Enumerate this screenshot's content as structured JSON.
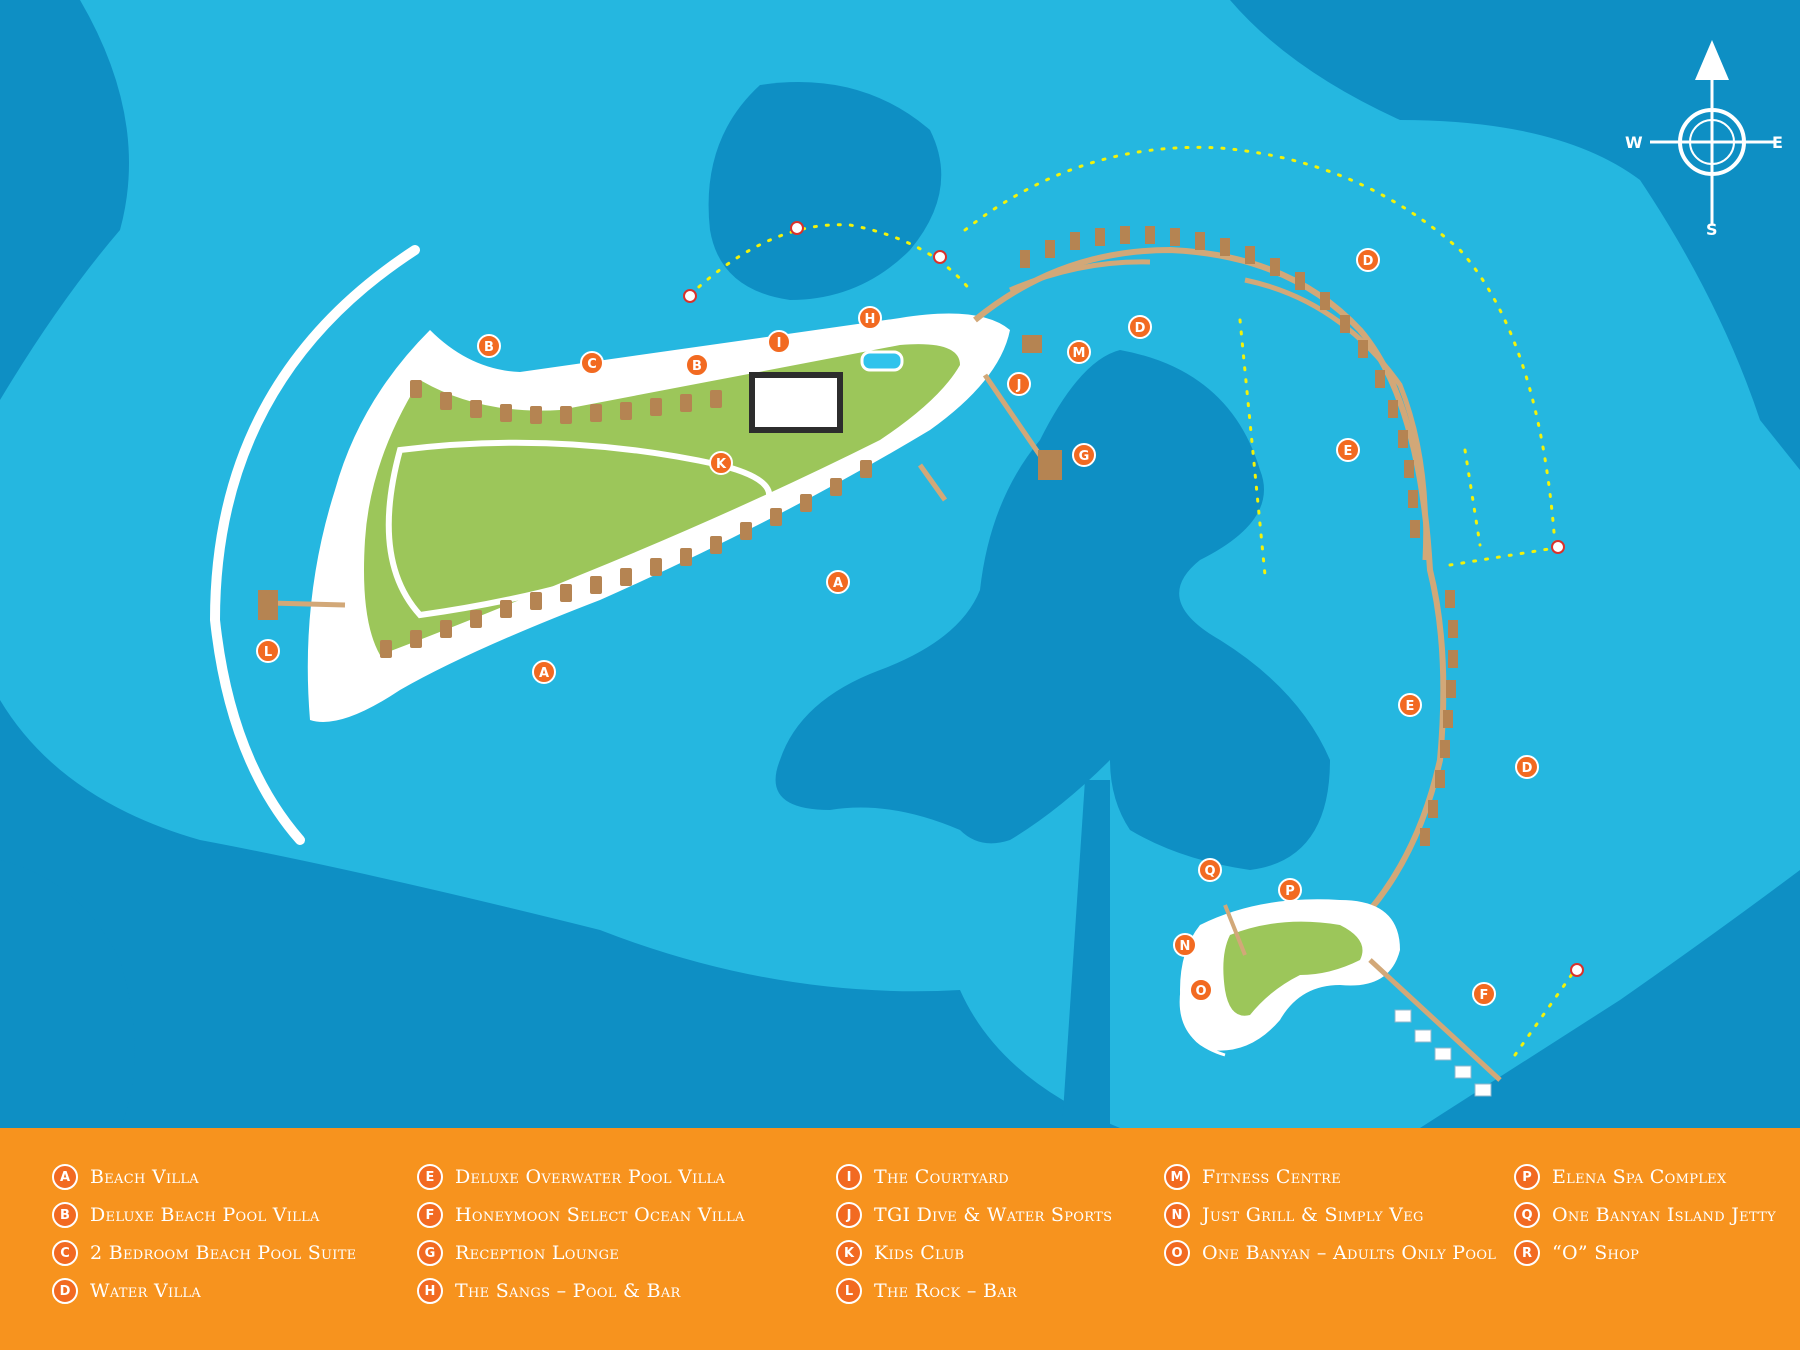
{
  "compass": {
    "north_icon": "arrow-north-icon",
    "west": "W",
    "east": "E",
    "south": "S"
  },
  "map_markers": [
    {
      "letter": "A"
    },
    {
      "letter": "A"
    },
    {
      "letter": "B"
    },
    {
      "letter": "B"
    },
    {
      "letter": "C"
    },
    {
      "letter": "D"
    },
    {
      "letter": "D"
    },
    {
      "letter": "D"
    },
    {
      "letter": "E"
    },
    {
      "letter": "E"
    },
    {
      "letter": "F"
    },
    {
      "letter": "G"
    },
    {
      "letter": "H"
    },
    {
      "letter": "I"
    },
    {
      "letter": "J"
    },
    {
      "letter": "K"
    },
    {
      "letter": "L"
    },
    {
      "letter": "M"
    },
    {
      "letter": "N"
    },
    {
      "letter": "O"
    },
    {
      "letter": "P"
    },
    {
      "letter": "Q"
    }
  ],
  "legend": {
    "columns": [
      [
        {
          "letter": "A",
          "label": "Beach Villa"
        },
        {
          "letter": "B",
          "label": "Deluxe Beach Pool Villa"
        },
        {
          "letter": "C",
          "label": "2 Bedroom Beach Pool Suite"
        },
        {
          "letter": "D",
          "label": "Water Villa"
        }
      ],
      [
        {
          "letter": "E",
          "label": "Deluxe Overwater Pool Villa"
        },
        {
          "letter": "F",
          "label": "Honeymoon Select Ocean Villa"
        },
        {
          "letter": "G",
          "label": "Reception Lounge"
        },
        {
          "letter": "H",
          "label": "The Sangs – Pool & Bar"
        }
      ],
      [
        {
          "letter": "I",
          "label": "The Courtyard"
        },
        {
          "letter": "J",
          "label": "TGI Dive & Water Sports"
        },
        {
          "letter": "K",
          "label": "Kids Club"
        },
        {
          "letter": "L",
          "label": "The Rock – Bar"
        }
      ],
      [
        {
          "letter": "M",
          "label": "Fitness Centre"
        },
        {
          "letter": "N",
          "label": "Just Grill & Simply Veg"
        },
        {
          "letter": "O",
          "label": "One Banyan – Adults Only Pool"
        }
      ],
      [
        {
          "letter": "P",
          "label": "Elena Spa Complex"
        },
        {
          "letter": "Q",
          "label": "One Banyan Island Jetty"
        },
        {
          "letter": "R",
          "label": "“O” Shop"
        }
      ]
    ]
  },
  "colors": {
    "deep_water": "#0e8fc4",
    "lagoon": "#25b7e0",
    "sand": "#ffffff",
    "vegetation": "#9cc65a",
    "accent_orange": "#f26a21",
    "legend_bg": "#f7931e",
    "buoy_line": "#f2f20a",
    "jetty": "#d2a878"
  }
}
